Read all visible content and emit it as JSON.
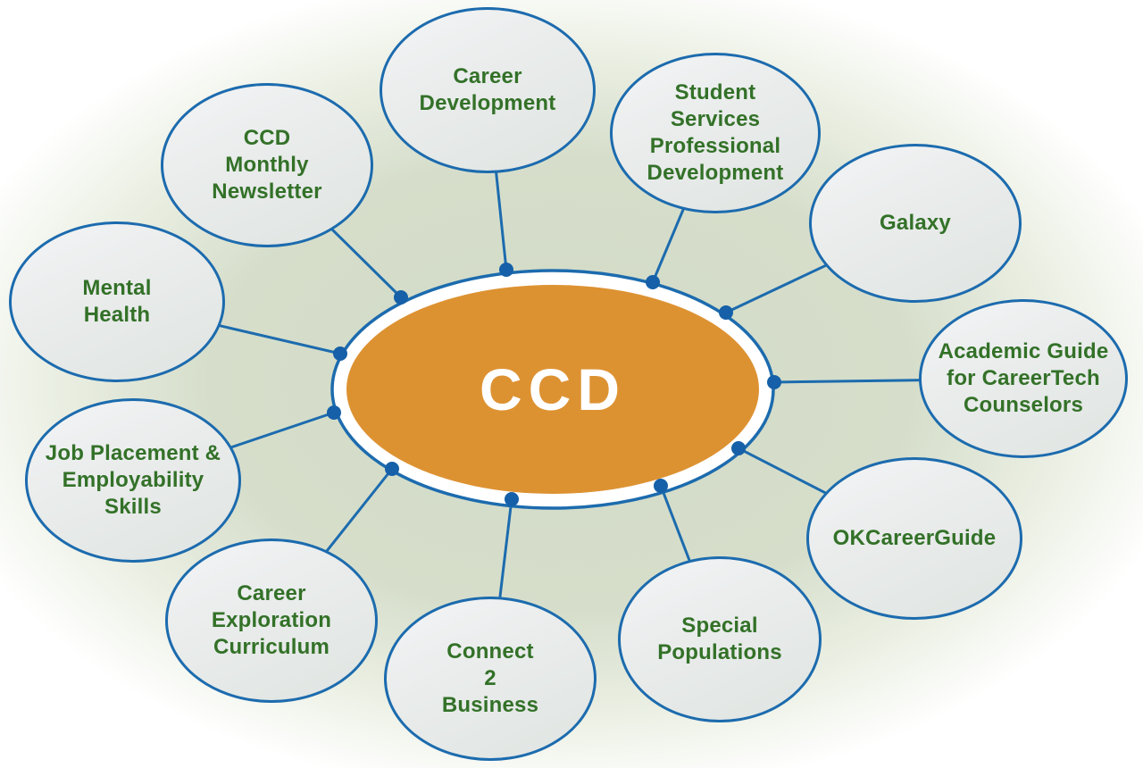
{
  "diagram": {
    "center": {
      "label": "CCD"
    },
    "nodes": [
      {
        "id": "career-development",
        "label": "Career\nDevelopment"
      },
      {
        "id": "student-services-professional-development",
        "label": "Student\nServices\nProfessional\nDevelopment"
      },
      {
        "id": "galaxy",
        "label": "Galaxy"
      },
      {
        "id": "academic-guide-for-careertech-counselors",
        "label": "Academic Guide\nfor CareerTech\nCounselors"
      },
      {
        "id": "okcareerguide",
        "label": "OKCareerGuide"
      },
      {
        "id": "special-populations",
        "label": "Special\nPopulations"
      },
      {
        "id": "connect-2-business",
        "label": "Connect\n2\nBusiness"
      },
      {
        "id": "career-exploration-curriculum",
        "label": "Career\nExploration\nCurriculum"
      },
      {
        "id": "job-placement-employability-skills",
        "label": "Job Placement &\nEmployability\nSkills"
      },
      {
        "id": "mental-health",
        "label": "Mental\nHealth"
      },
      {
        "id": "ccd-monthly-newsletter",
        "label": "CCD\nMonthly\nNewsletter"
      }
    ],
    "colors": {
      "center_fill": "#DD9232",
      "center_text": "#FFFFFF",
      "node_border": "#1C6BAE",
      "connector_line": "#1C6BAE",
      "connector_dot": "#1560A8",
      "label_text": "#337128",
      "node_fill_light": "#F3F4F6",
      "node_fill_dark": "#DFE4E1",
      "background_center": "#D2DBC6",
      "background_edge": "#FFFFFF"
    }
  }
}
